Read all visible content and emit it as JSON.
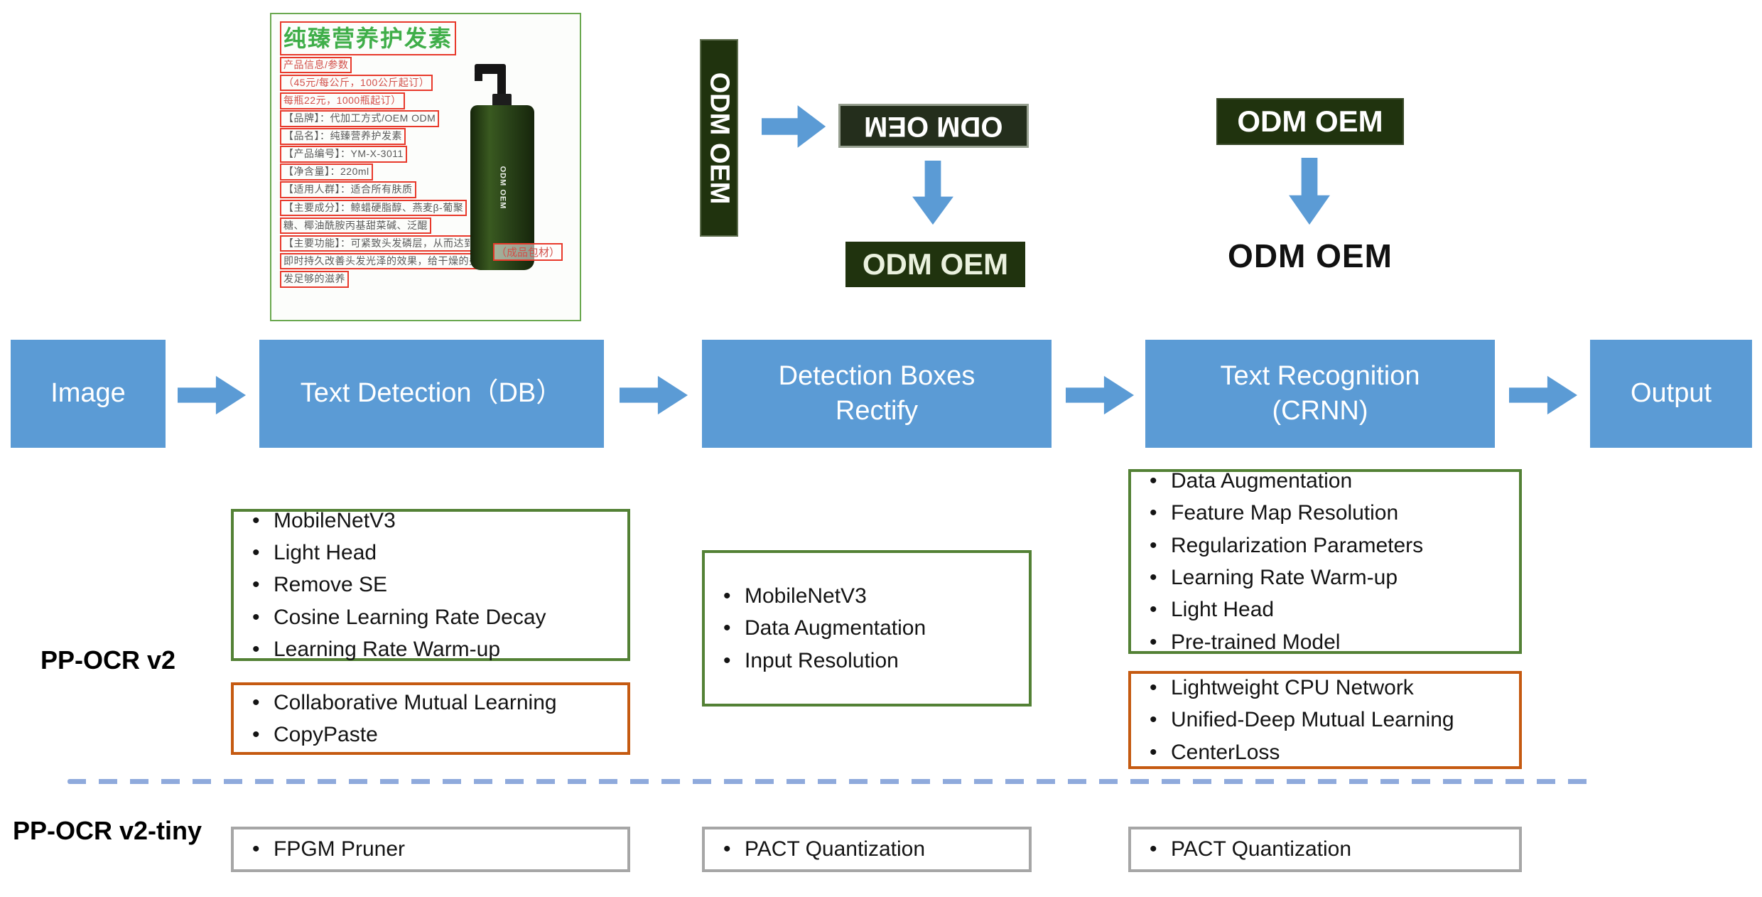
{
  "colors": {
    "pipeline_blue": "#5B9BD5",
    "enhancement_green": "#538135",
    "distillation_orange": "#C55A11",
    "compression_gray": "#A6A6A6",
    "divider_blue": "#8FAADC",
    "detection_box_red": "#E8392B",
    "sample_title_green": "#3FAE49"
  },
  "pipeline": {
    "stages": [
      {
        "label": "Image"
      },
      {
        "label": "Text Detection（DB）"
      },
      {
        "label": "Detection Boxes Rectify"
      },
      {
        "label": "Text Recognition (CRNN)"
      },
      {
        "label": "Output"
      }
    ]
  },
  "samples": {
    "detection_card": {
      "lines": [
        {
          "text": "纯臻营养护发素",
          "cls": "title"
        },
        {
          "text": "产品信息/参数",
          "cls": "red"
        },
        {
          "text": "（45元/每公斤，100公斤起订）",
          "cls": "red"
        },
        {
          "text": "每瓶22元，1000瓶起订）",
          "cls": "red"
        },
        {
          "text": "【品牌】：代加工方式/OEM ODM",
          "cls": ""
        },
        {
          "text": "【品名】：纯臻营养护发素",
          "cls": ""
        },
        {
          "text": "【产品编号】：YM-X-3011",
          "cls": ""
        },
        {
          "text": "【净含量】：220ml",
          "cls": ""
        },
        {
          "text": "【适用人群】：适合所有肤质",
          "cls": ""
        },
        {
          "text": "【主要成分】：鲸蜡硬脂醇、燕麦β-葡聚",
          "cls": ""
        },
        {
          "text": "糖、椰油酰胺丙基甜菜碱、泛醌",
          "cls": ""
        },
        {
          "text": "【主要功能】：可紧致头发磷层，从而达到",
          "cls": ""
        },
        {
          "text": "即时持久改善头发光泽的效果，给干燥的头",
          "cls": ""
        },
        {
          "text": "发足够的滋养",
          "cls": ""
        }
      ],
      "package_note": "（成品包材）",
      "bottle_label": "ODM OEM"
    },
    "rectify_demo": {
      "rotated_crop": "ODM OEM",
      "flipped_crop": "ODM OEM",
      "rectified_crop": "ODM OEM"
    },
    "recognition_demo": {
      "input_crop": "ODM OEM",
      "recognized_text": "ODM OEM"
    }
  },
  "pp_ocr_v2": {
    "row_label": "PP-OCR v2",
    "detection_enhancements": [
      "MobileNetV3",
      "Light Head",
      "Remove SE",
      "Cosine Learning Rate Decay",
      "Learning Rate Warm-up"
    ],
    "detection_strategies": [
      "Collaborative Mutual Learning",
      "CopyPaste"
    ],
    "rectify_enhancements": [
      "MobileNetV3",
      "Data Augmentation",
      "Input Resolution"
    ],
    "recognition_enhancements": [
      "Data Augmentation",
      "Feature Map Resolution",
      "Regularization Parameters",
      "Learning Rate Warm-up",
      "Light Head",
      "Pre-trained Model"
    ],
    "recognition_strategies": [
      "Lightweight CPU Network",
      "Unified-Deep Mutual Learning",
      "CenterLoss"
    ]
  },
  "pp_ocr_v2_tiny": {
    "row_label": "PP-OCR v2-tiny",
    "detection_compression": [
      "FPGM Pruner"
    ],
    "rectify_compression": [
      "PACT Quantization"
    ],
    "recognition_compression": [
      "PACT Quantization"
    ]
  }
}
